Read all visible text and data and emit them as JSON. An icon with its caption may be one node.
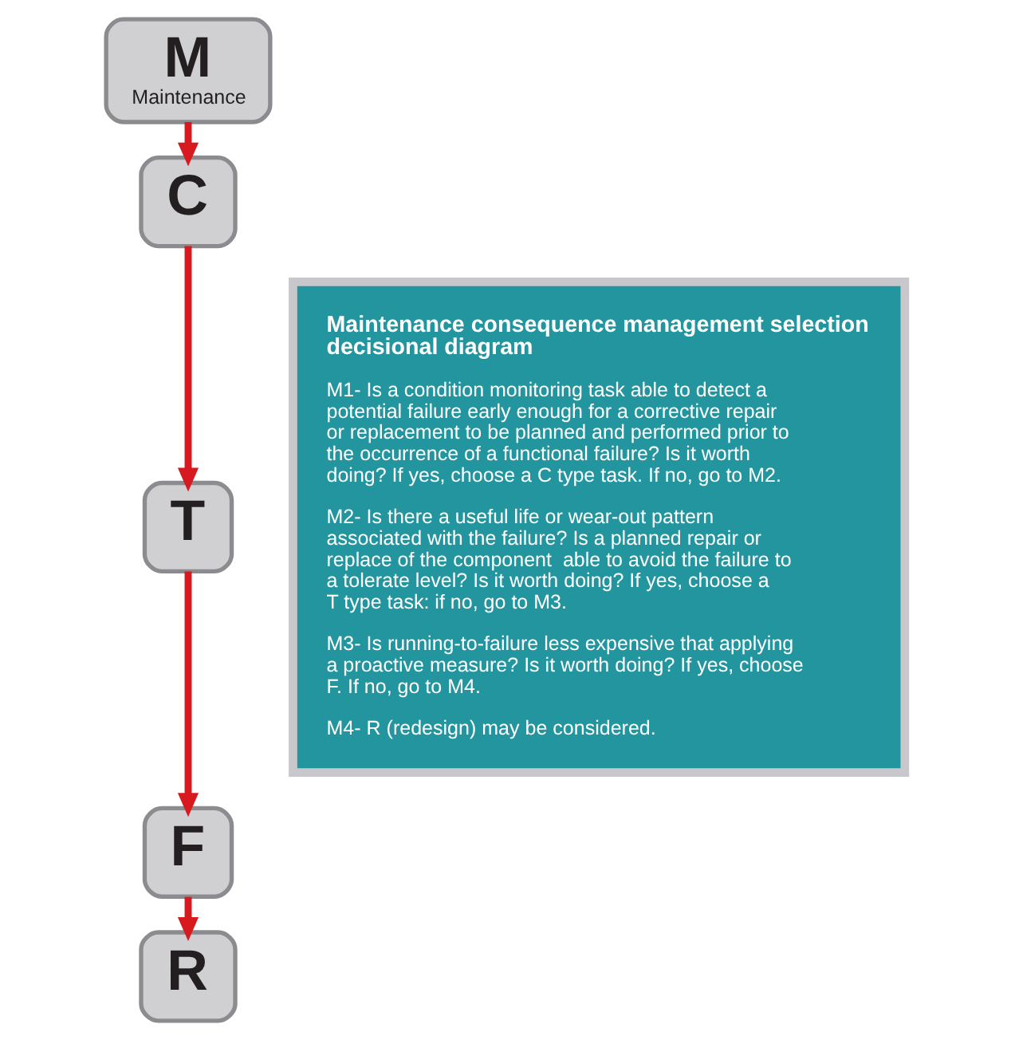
{
  "diagram": {
    "nodes": [
      {
        "text": [
          "M",
          "Maintenance"
        ]
      },
      {
        "text": [
          "C"
        ]
      },
      {
        "text": [
          "T"
        ]
      },
      {
        "text": [
          "F"
        ]
      },
      {
        "text": [
          "R"
        ]
      },
      {
        "text": [
          "Maintenance consequence management selection decisional diagram",
          "M1- Is a condition monitoring task able to detect a potential failure early enough for a corrective repair or replacement to be planned and performed prior to the occurrence of a functional failure? Is it worth doing? If yes, choose a C type task. If no, go to M2.",
          "M2- Is there a useful life or wear-out pattern associated with the failure? Is a planned repair or replace of the component  able to avoid the failure to a tolerate level? Is it worth doing? If yes, choose a T type task: if no, go to M3.",
          "M3- Is running-to-failure less expensive that applying a proactive measure? Is it worth doing? If yes, choose F. If no, go to M4.",
          "M4- R (redesign) may be considered."
        ]
      }
    ],
    "edges": [
      {
        "from": 0,
        "to": 1,
        "arrow": "to"
      },
      {
        "from": 1,
        "to": 2,
        "arrow": "to"
      },
      {
        "from": 2,
        "to": 3,
        "arrow": "to"
      },
      {
        "from": 3,
        "to": 4,
        "arrow": "to"
      }
    ]
  }
}
